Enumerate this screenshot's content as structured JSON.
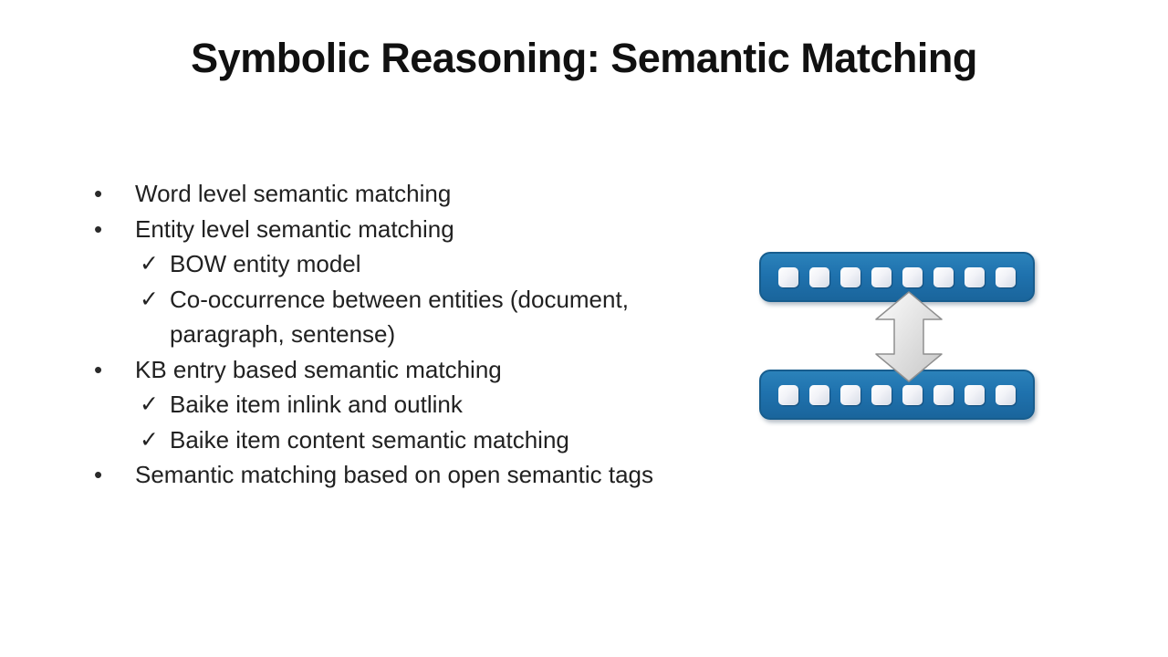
{
  "slide": {
    "title": "Symbolic Reasoning: Semantic Matching",
    "markers": {
      "bullet": "•",
      "check": "✓"
    },
    "bullets": [
      {
        "marker": "bullet",
        "text": "Word level semantic matching"
      },
      {
        "marker": "bullet",
        "text": "Entity level semantic matching"
      },
      {
        "marker": "check",
        "text": "BOW entity model"
      },
      {
        "marker": "check",
        "text": "Co-occurrence between entities (document, paragraph, sentense)"
      },
      {
        "marker": "bullet",
        "text": "KB entry based semantic matching"
      },
      {
        "marker": "check",
        "text": "Baike item inlink and outlink"
      },
      {
        "marker": "check",
        "text": "Baike item content semantic matching"
      },
      {
        "marker": "bullet",
        "text": "Semantic matching based on open semantic tags"
      }
    ],
    "diagram": {
      "bar_color": "#1f72ae",
      "bar_color_light": "#2b82ba",
      "bar_color_dark": "#1a659c",
      "bar_border_color": "#175d8e",
      "square_count_top": 8,
      "square_count_bottom": 8,
      "arrow_fill_light": "#fdfdfd",
      "arrow_fill_dark": "#c6c6c6",
      "arrow_stroke": "#8f8f8f"
    }
  }
}
